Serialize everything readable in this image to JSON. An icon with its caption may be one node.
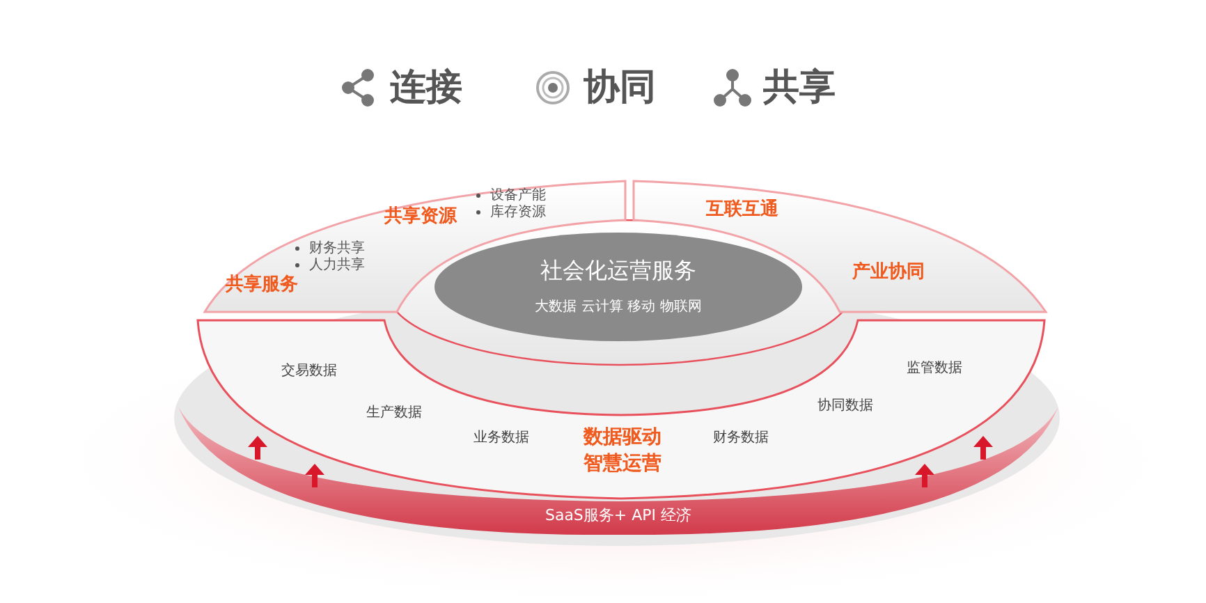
{
  "diagram": {
    "nodes": [
      {
        "text": [
          "共享资源",
          "设备产能",
          "库存资源",
          "财务共享",
          "人力共享",
          "共享服务"
        ]
      },
      {
        "text": [
          "互联互通",
          "产业协同"
        ]
      },
      {
        "text": [
          "社会化运营服务",
          "大数据 云计算 移动 物联网"
        ]
      },
      {
        "text": [
          "交易数据",
          "生产数据",
          "业务数据",
          "数据驱动智慧运营",
          "财务数据",
          "协同数据",
          "监管数据"
        ]
      },
      {
        "text": [
          "SaaS服务+ API 经济"
        ]
      }
    ],
    "labels": [
      "连接",
      "协同",
      "共享"
    ]
  }
}
